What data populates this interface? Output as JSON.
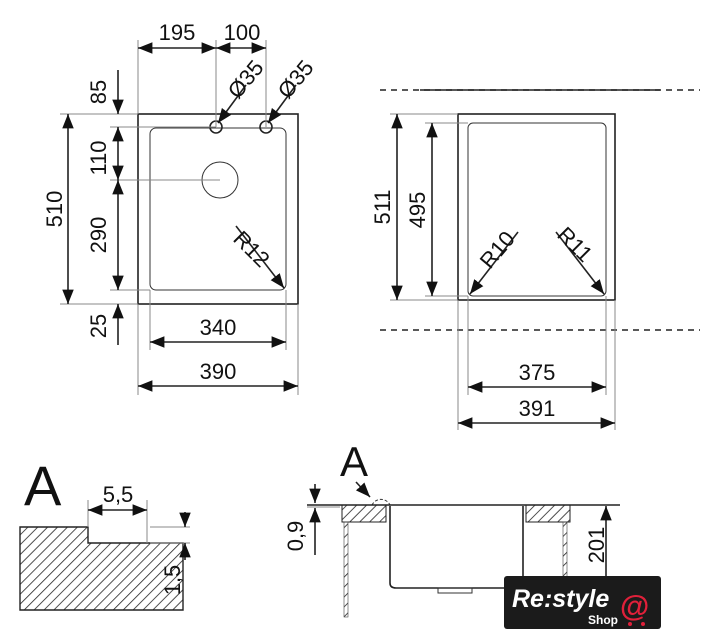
{
  "top_view": {
    "dims": {
      "hole1_offset": "195",
      "hole_spacing": "100",
      "hole1_diameter": "Ø35",
      "hole2_diameter": "Ø35",
      "top_margin": "85",
      "hole_to_drain": "110",
      "drain_to_bottom": "290",
      "bottom_margin": "25",
      "overall_height": "510",
      "inner_width": "340",
      "overall_width": "390",
      "corner_radius": "R12"
    }
  },
  "side_view": {
    "dims": {
      "overall_height": "511",
      "inner_height": "495",
      "radius_left": "R10",
      "radius_right": "R11",
      "inner_width": "375",
      "overall_width": "391"
    }
  },
  "detail_a": {
    "label": "A",
    "dims": {
      "step_width": "5,5",
      "step_height": "1,5"
    }
  },
  "section_view": {
    "label": "A",
    "dims": {
      "lip_thickness": "0,9",
      "depth": "201"
    }
  },
  "logo": {
    "brand": "Re:style",
    "sub": "Shop",
    "symbol": "@",
    "accent_color": "#e0203a"
  }
}
